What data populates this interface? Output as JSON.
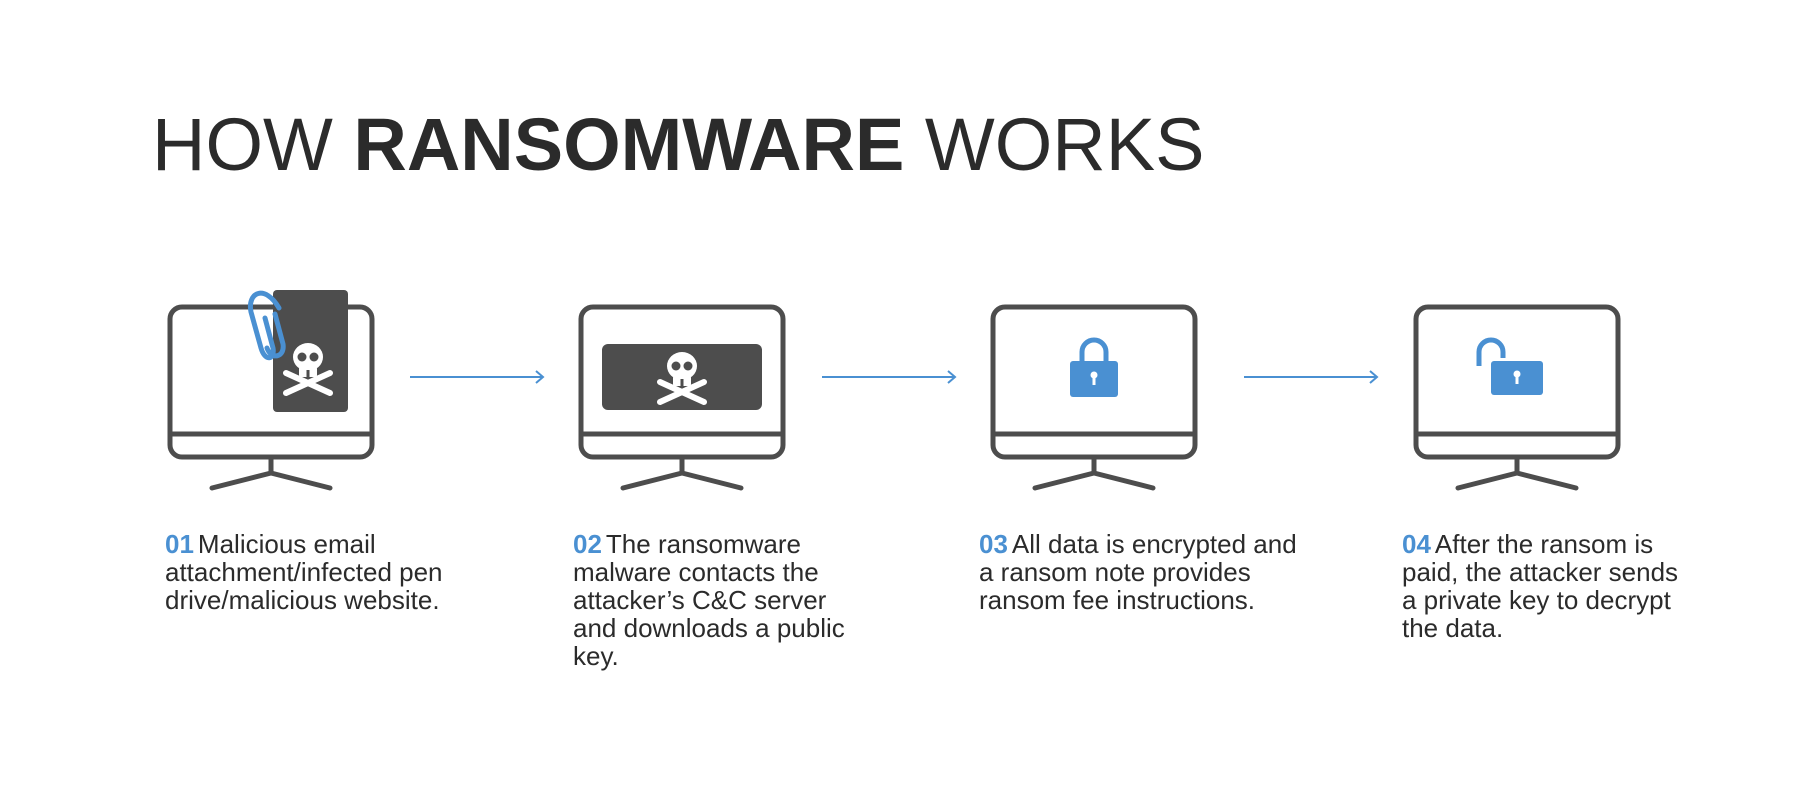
{
  "title": {
    "prefix": "HOW",
    "emphasis": "RANSOMWARE",
    "suffix": "WORKS"
  },
  "colors": {
    "accent": "#4a90d2",
    "dark": "#4d4d4d",
    "text": "#2b2b2b"
  },
  "steps": [
    {
      "number": "01",
      "text": "Malicious email attachment/infected pen drive/malicious website.",
      "icons": [
        "monitor-icon",
        "paperclip-icon",
        "skull-crossbones-icon"
      ]
    },
    {
      "number": "02",
      "text": "The ransomware malware contacts the attacker’s C&C server and downloads a public key.",
      "icons": [
        "monitor-icon",
        "skull-crossbones-icon"
      ]
    },
    {
      "number": "03",
      "text": "All data is encrypted and a ransom note provides ransom fee instructions.",
      "icons": [
        "monitor-icon",
        "lock-icon"
      ]
    },
    {
      "number": "04",
      "text": "After the ransom is paid, the attacker sends a private key to decrypt the data.",
      "icons": [
        "monitor-icon",
        "unlock-icon"
      ]
    }
  ],
  "connectors": [
    "arrow-right-icon",
    "arrow-right-icon",
    "arrow-right-icon"
  ]
}
